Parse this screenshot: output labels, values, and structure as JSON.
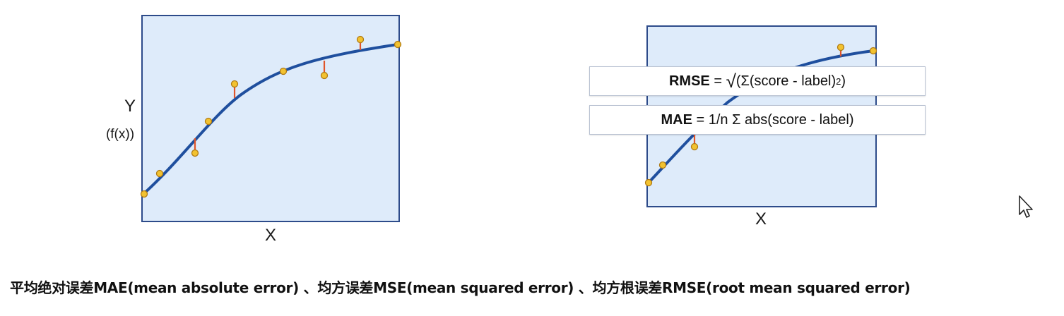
{
  "left_diagram": {
    "y_label": "Y",
    "y_sublabel": "(f(x))",
    "x_label": "X"
  },
  "right_diagram": {
    "x_label": "X"
  },
  "formulas": {
    "rmse_name": "RMSE",
    "rmse_eq": " = ",
    "rmse_sqrt": "√",
    "rmse_body": "(Σ(score - label)",
    "rmse_sup": "2",
    "rmse_close": ")",
    "mae_name": "MAE",
    "mae_body": " = 1/n Σ abs(score - label)"
  },
  "caption": "平均绝对误差MAE(mean absolute error) 、均方误差MSE(mean squared error) 、均方根误差RMSE(root mean squared error)",
  "colors": {
    "plot_bg": "#deebfa",
    "frame": "#2d4b8a",
    "curve": "#1f4f9e",
    "residual": "#e0552a",
    "point_fill": "#f2c230",
    "point_stroke": "#b07a12"
  }
}
